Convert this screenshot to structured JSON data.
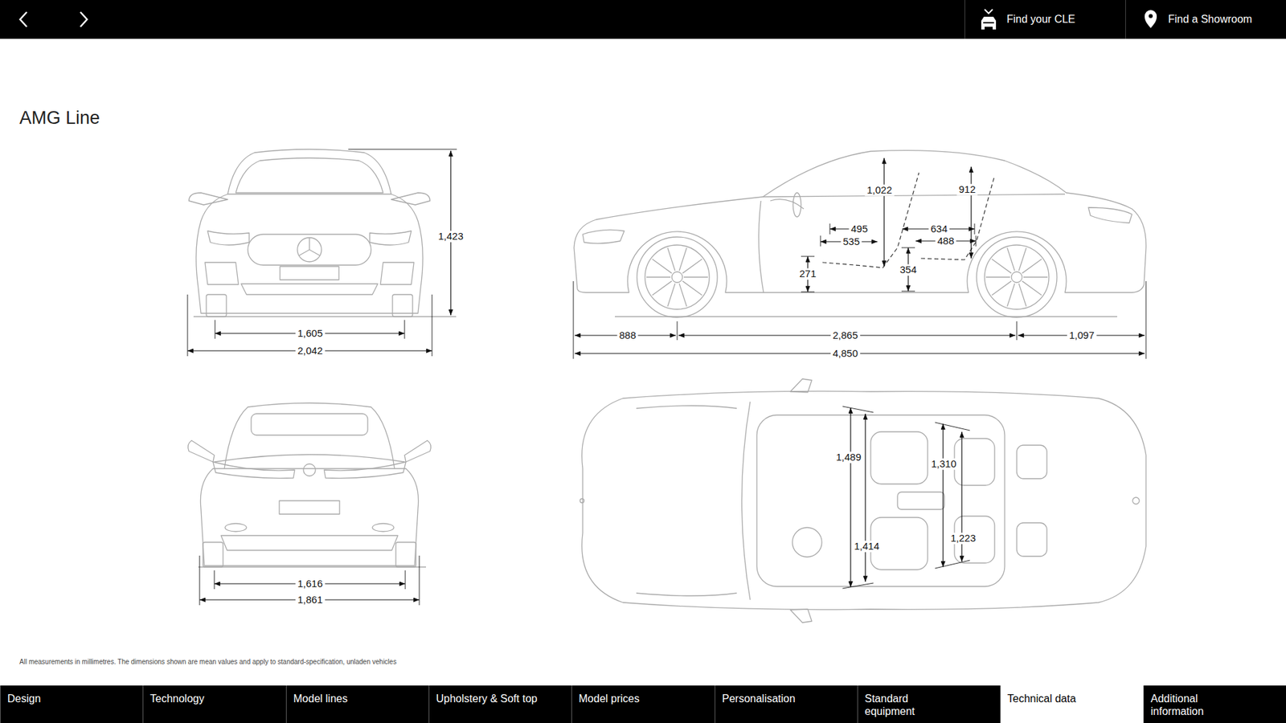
{
  "diagram": {
    "title": "AMG Line",
    "caption": "All measurements in millimetres. The dimensions shown are mean values and apply to standard-specification, unladen vehicles",
    "nodes": [
      {
        "text": [
          "Find your CLE"
        ]
      },
      {
        "text": [
          "Find a Showroom"
        ]
      },
      {
        "text": [
          "Design"
        ]
      },
      {
        "text": [
          "Technology"
        ]
      },
      {
        "text": [
          "Model lines"
        ]
      },
      {
        "text": [
          "Upholstery & Soft top"
        ]
      },
      {
        "text": [
          "Model prices"
        ]
      },
      {
        "text": [
          "Personalisation"
        ]
      },
      {
        "text": [
          "Standard equipment"
        ]
      },
      {
        "text": [
          "Technical data"
        ]
      },
      {
        "text": [
          "Additional information"
        ]
      }
    ],
    "labels": [
      "1,423",
      "1,605",
      "2,042",
      "1,022",
      "912",
      "495",
      "634",
      "535",
      "488",
      "271",
      "354",
      "888",
      "2,865",
      "1,097",
      "4,850",
      "1,489",
      "1,310",
      "1,414",
      "1,223",
      "1,616",
      "1,861"
    ]
  }
}
